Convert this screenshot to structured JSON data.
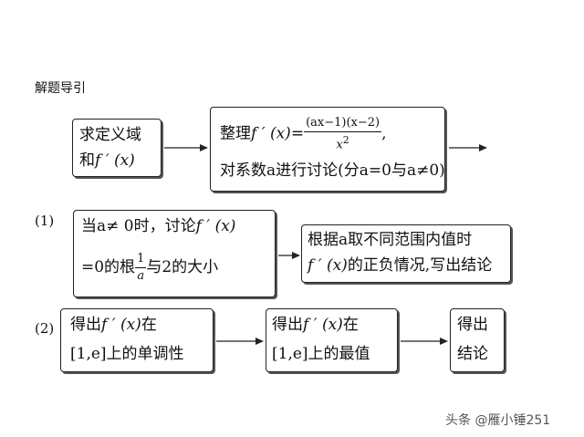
{
  "header": {
    "title": "解题导引"
  },
  "step1": {
    "box_a": {
      "line1": "求定义域",
      "line2_prefix": "和",
      "line2_func": "f ′ (x)"
    },
    "box_b": {
      "line1_prefix": "整理",
      "line1_func": "f ′ (x)",
      "line1_eq": "=",
      "frac_num": "(ax−1)(x−2)",
      "frac_den": "x",
      "frac_den_exp": "2",
      "line1_suffix": ",",
      "line2": "对系数a进行讨论(分a=0与a≠0)"
    }
  },
  "part1": {
    "label": "(1)",
    "box_a": {
      "line1_prefix": "当a≠ 0时，讨论",
      "line1_func": "f ′ (x)",
      "line2_prefix": "=0的根",
      "frac_num": "1",
      "frac_den": "a",
      "line2_suffix": "与2的大小"
    },
    "box_b": {
      "line1": "根据a取不同范围内值时",
      "line2_func": "f ′ (x)",
      "line2_suffix": "的正负情况,写出结论"
    }
  },
  "part2": {
    "label": "(2)",
    "box_a": {
      "line1_prefix": "得出",
      "line1_func": "f ′ (x)",
      "line1_suffix": "在",
      "line2": "[1,e]上的单调性"
    },
    "box_b": {
      "line1_prefix": "得出",
      "line1_func": "f ′ (x)",
      "line1_suffix": "在",
      "line2": "[1,e]上的最值"
    },
    "box_c": {
      "line1": "得出",
      "line2": "结论"
    }
  },
  "watermark": "头条 @雁小锤251"
}
